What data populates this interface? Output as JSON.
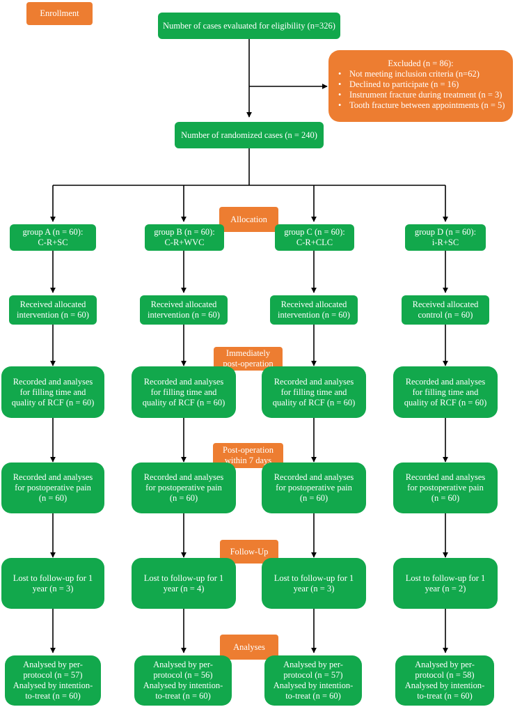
{
  "stages": {
    "enrollment": "Enrollment",
    "allocation": "Allocation",
    "immediately": [
      "Immediately",
      "post-operation"
    ],
    "post7": [
      "Post-operation",
      "within 7 days"
    ],
    "followup": "Follow-Up",
    "analyses": "Analyses"
  },
  "eligibility": "Number of cases evaluated for eligibility (n=326)",
  "excluded": {
    "title": "Excluded (n = 86):",
    "items": [
      "Not meeting inclusion criteria (n=62)",
      "Declined to participate (n = 16)",
      "Instrument fracture during treatment (n = 3)",
      "Tooth fracture between appointments (n = 5)"
    ]
  },
  "randomized": "Number of randomized cases (n = 240)",
  "groups": [
    {
      "header": [
        "group A (n = 60):",
        "C-R+SC"
      ],
      "received": [
        "Received allocated",
        "intervention (n = 60)"
      ],
      "rcf": [
        "Recorded and analyses",
        "for filling time and",
        "quality of RCF (n = 60)"
      ],
      "pain": [
        "Recorded and analyses",
        "for postoperative pain",
        "(n = 60)"
      ],
      "lost": [
        "Lost to follow-up for 1",
        "year (n = 3)"
      ],
      "analysed": [
        "Analysed by per-",
        "protocol (n = 57)",
        "Analysed by intention-",
        "to-treat (n = 60)"
      ]
    },
    {
      "header": [
        "group B (n = 60):",
        "C-R+WVC"
      ],
      "received": [
        "Received allocated",
        "intervention (n = 60)"
      ],
      "rcf": [
        "Recorded and analyses",
        "for filling time and",
        "quality of RCF (n = 60)"
      ],
      "pain": [
        "Recorded and analyses",
        "for postoperative pain",
        "(n = 60)"
      ],
      "lost": [
        "Lost to follow-up for 1",
        "year (n = 4)"
      ],
      "analysed": [
        "Analysed by per-",
        "protocol (n = 56)",
        "Analysed by intention-",
        "to-treat (n = 60)"
      ]
    },
    {
      "header": [
        "group C (n = 60):",
        "C-R+CLC"
      ],
      "received": [
        "Received allocated",
        "intervention (n = 60)"
      ],
      "rcf": [
        "Recorded and analyses",
        "for filling time and",
        "quality of RCF (n = 60)"
      ],
      "pain": [
        "Recorded and analyses",
        "for postoperative pain",
        "(n = 60)"
      ],
      "lost": [
        "Lost to follow-up for 1",
        "year (n = 3)"
      ],
      "analysed": [
        "Analysed by per-",
        "protocol (n = 57)",
        "Analysed by intention-",
        "to-treat (n = 60)"
      ]
    },
    {
      "header": [
        "group D (n = 60):",
        "i-R+SC"
      ],
      "received": [
        "Received allocated",
        "control (n = 60)"
      ],
      "rcf": [
        "Recorded and analyses",
        "for filling time and",
        "quality of RCF (n = 60)"
      ],
      "pain": [
        "Recorded and analyses",
        "for postoperative pain",
        "(n = 60)"
      ],
      "lost": [
        "Lost to follow-up for 1",
        "year (n = 2)"
      ],
      "analysed": [
        "Analysed by per-",
        "protocol (n = 58)",
        "Analysed by intention-",
        "to-treat (n = 60)"
      ]
    }
  ],
  "colors": {
    "green": "#12a84c",
    "orange": "#ed7d31",
    "line": "#000000"
  }
}
